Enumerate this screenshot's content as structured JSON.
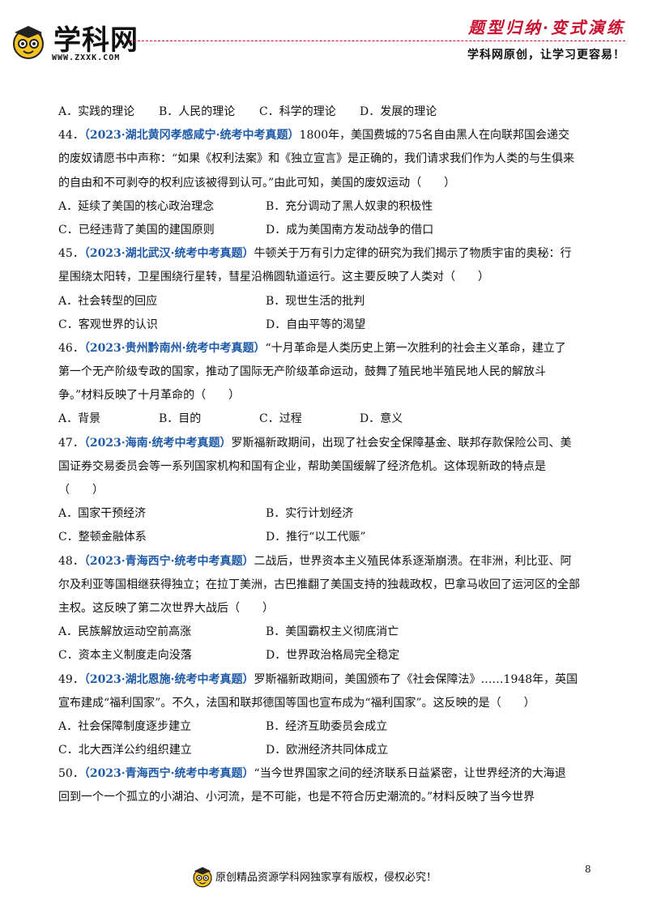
{
  "header": {
    "logo_text": "学科网",
    "logo_url": "WWW.ZXXK.COM",
    "slogan_top": "题型归纳·变式演练",
    "slogan_bottom": "学科网原创，让学习更容易！"
  },
  "q43": {
    "options": [
      "A．实践的理论",
      "B．人民的理论",
      "C．科学的理论",
      "D．发展的理论"
    ]
  },
  "q44": {
    "num": "44．",
    "source": "（2023·湖北黄冈孝感咸宁·统考中考真题）",
    "lines": [
      "1800年，美国费城的75名自由黑人在向联邦国会递交",
      "的废奴请愿书中声称：“如果《权利法案》和《独立宣言》是正确的，我们请求我们作为人类的与生俱来",
      "的自由和不可剥夺的权利应该被得到认可。”由此可知，美国的废奴运动（　　）"
    ],
    "options": [
      "A．延续了美国的核心政治理念",
      "B．充分调动了黑人奴隶的积极性",
      "C．已经违背了美国的建国原则",
      "D．成为美国南方发动战争的借口"
    ]
  },
  "q45": {
    "num": "45．",
    "source": "（2023·湖北武汉·统考中考真题）",
    "lines": [
      "牛顿关于万有引力定律的研究为我们揭示了物质宇宙的奥秘：行",
      "星围绕太阳转，卫星围绕行星转，彗星沿椭圆轨道运行。这主要反映了人类对（　　）"
    ],
    "options": [
      "A．社会转型的回应",
      "B．现世生活的批判",
      "C．客观世界的认识",
      "D．自由平等的渴望"
    ]
  },
  "q46": {
    "num": "46．",
    "source": "（2023·贵州黔南州·统考中考真题）",
    "lines": [
      "“十月革命是人类历史上第一次胜利的社会主义革命，建立了",
      "第一个无产阶级专政的国家，推动了国际无产阶级革命运动，鼓舞了殖民地半殖民地人民的解放斗",
      "争。”材料反映了十月革命的（　　）"
    ],
    "options": [
      "A．背景",
      "B．目的",
      "C．过程",
      "D．意义"
    ]
  },
  "q47": {
    "num": "47．",
    "source": "（2023·海南·统考中考真题）",
    "lines": [
      "罗斯福新政期间，出现了社会安全保障基金、联邦存款保险公司、美",
      "国证券交易委员会等一系列国家机构和国有企业，帮助美国缓解了经济危机。这体现新政的特点是",
      "（　　）"
    ],
    "options": [
      "A．国家干预经济",
      "B．实行计划经济",
      "C．整顿金融体系",
      "D．推行“以工代赈”"
    ]
  },
  "q48": {
    "num": "48．",
    "source": "（2023·青海西宁·统考中考真题）",
    "lines": [
      "二战后，世界资本主义殖民体系逐渐崩溃。在非洲，利比亚、阿",
      "尔及利亚等国相继获得独立；在拉丁美洲，古巴推翻了美国支持的独裁政权，巴拿马收回了运河区的全部",
      "主权。这反映了第二次世界大战后（　　）"
    ],
    "options": [
      "A．民族解放运动空前高涨",
      "B．美国霸权主义彻底消亡",
      "C．资本主义制度走向没落",
      "D．世界政治格局完全稳定"
    ]
  },
  "q49": {
    "num": "49．",
    "source": "（2023·湖北恩施·统考中考真题）",
    "lines": [
      "罗斯福新政期间，美国颁布了《社会保障法》……1948年，英国",
      "宣布建成“福利国家”。不久，法国和联邦德国等国也宣布成为“福利国家”。这反映的是（　　）"
    ],
    "options": [
      "A．社会保障制度逐步建立",
      "B．经济互助委员会成立",
      "C．北大西洋公约组织建立",
      "D．欧洲经济共同体成立"
    ]
  },
  "q50": {
    "num": "50．",
    "source": "（2023·青海西宁·统考中考真题）",
    "lines": [
      "“当今世界国家之间的经济联系日益紧密，让世界经济的大海退",
      "回到一个一个孤立的小湖泊、小河流，是不可能，也是不符合历史潮流的。”材料反映了当今世界"
    ]
  },
  "footer": {
    "page_number": "8",
    "copyright": "原创精品资源学科网独家享有版权，侵权必究！"
  },
  "colors": {
    "source_blue": "#1e5aa8",
    "brand_red": "#c8102e"
  }
}
